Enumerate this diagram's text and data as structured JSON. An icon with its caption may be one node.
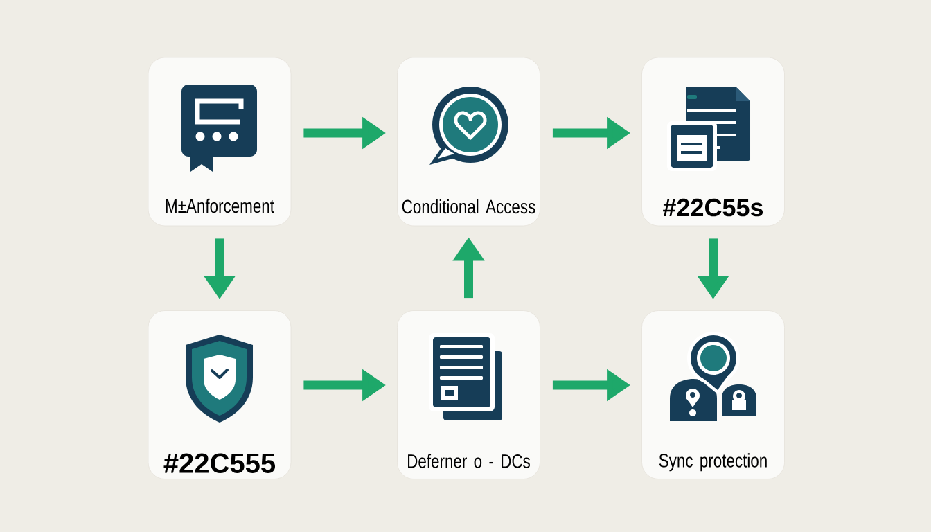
{
  "diagram": {
    "nodes": [
      {
        "text": [
          "M±Anforcement"
        ]
      },
      {
        "text": [
          "Conditional Access"
        ]
      },
      {
        "text": [
          "#22C55s"
        ]
      },
      {
        "text": [
          "#22C555"
        ]
      },
      {
        "text": [
          "Deferner o - DCs"
        ]
      },
      {
        "text": [
          "Sync protection"
        ]
      }
    ],
    "edges": [
      {
        "from": 0,
        "to": 1,
        "arrow": "to"
      },
      {
        "from": 1,
        "to": 2,
        "arrow": "to"
      },
      {
        "from": 0,
        "to": 3,
        "arrow": "to"
      },
      {
        "from": 4,
        "to": 1,
        "arrow": "to"
      },
      {
        "from": 2,
        "to": 5,
        "arrow": "to"
      },
      {
        "from": 3,
        "to": 4,
        "arrow": "to"
      },
      {
        "from": 4,
        "to": 5,
        "arrow": "to"
      }
    ]
  }
}
